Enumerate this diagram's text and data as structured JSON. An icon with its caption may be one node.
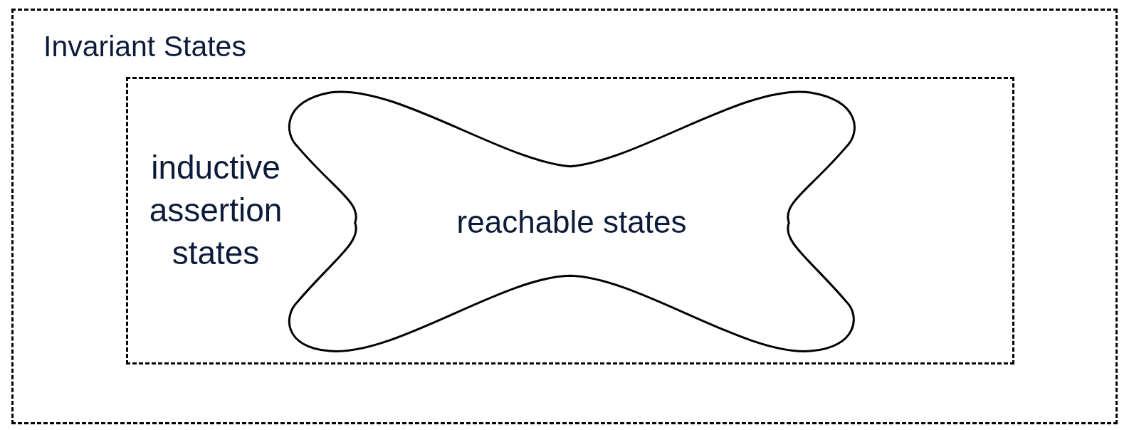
{
  "diagram": {
    "nodes": [
      {
        "text": [
          "Invariant States"
        ]
      },
      {
        "text": [
          "inductive assertion states"
        ],
        "in": 0
      },
      {
        "text": [
          "reachable states"
        ],
        "in": 1
      }
    ]
  }
}
